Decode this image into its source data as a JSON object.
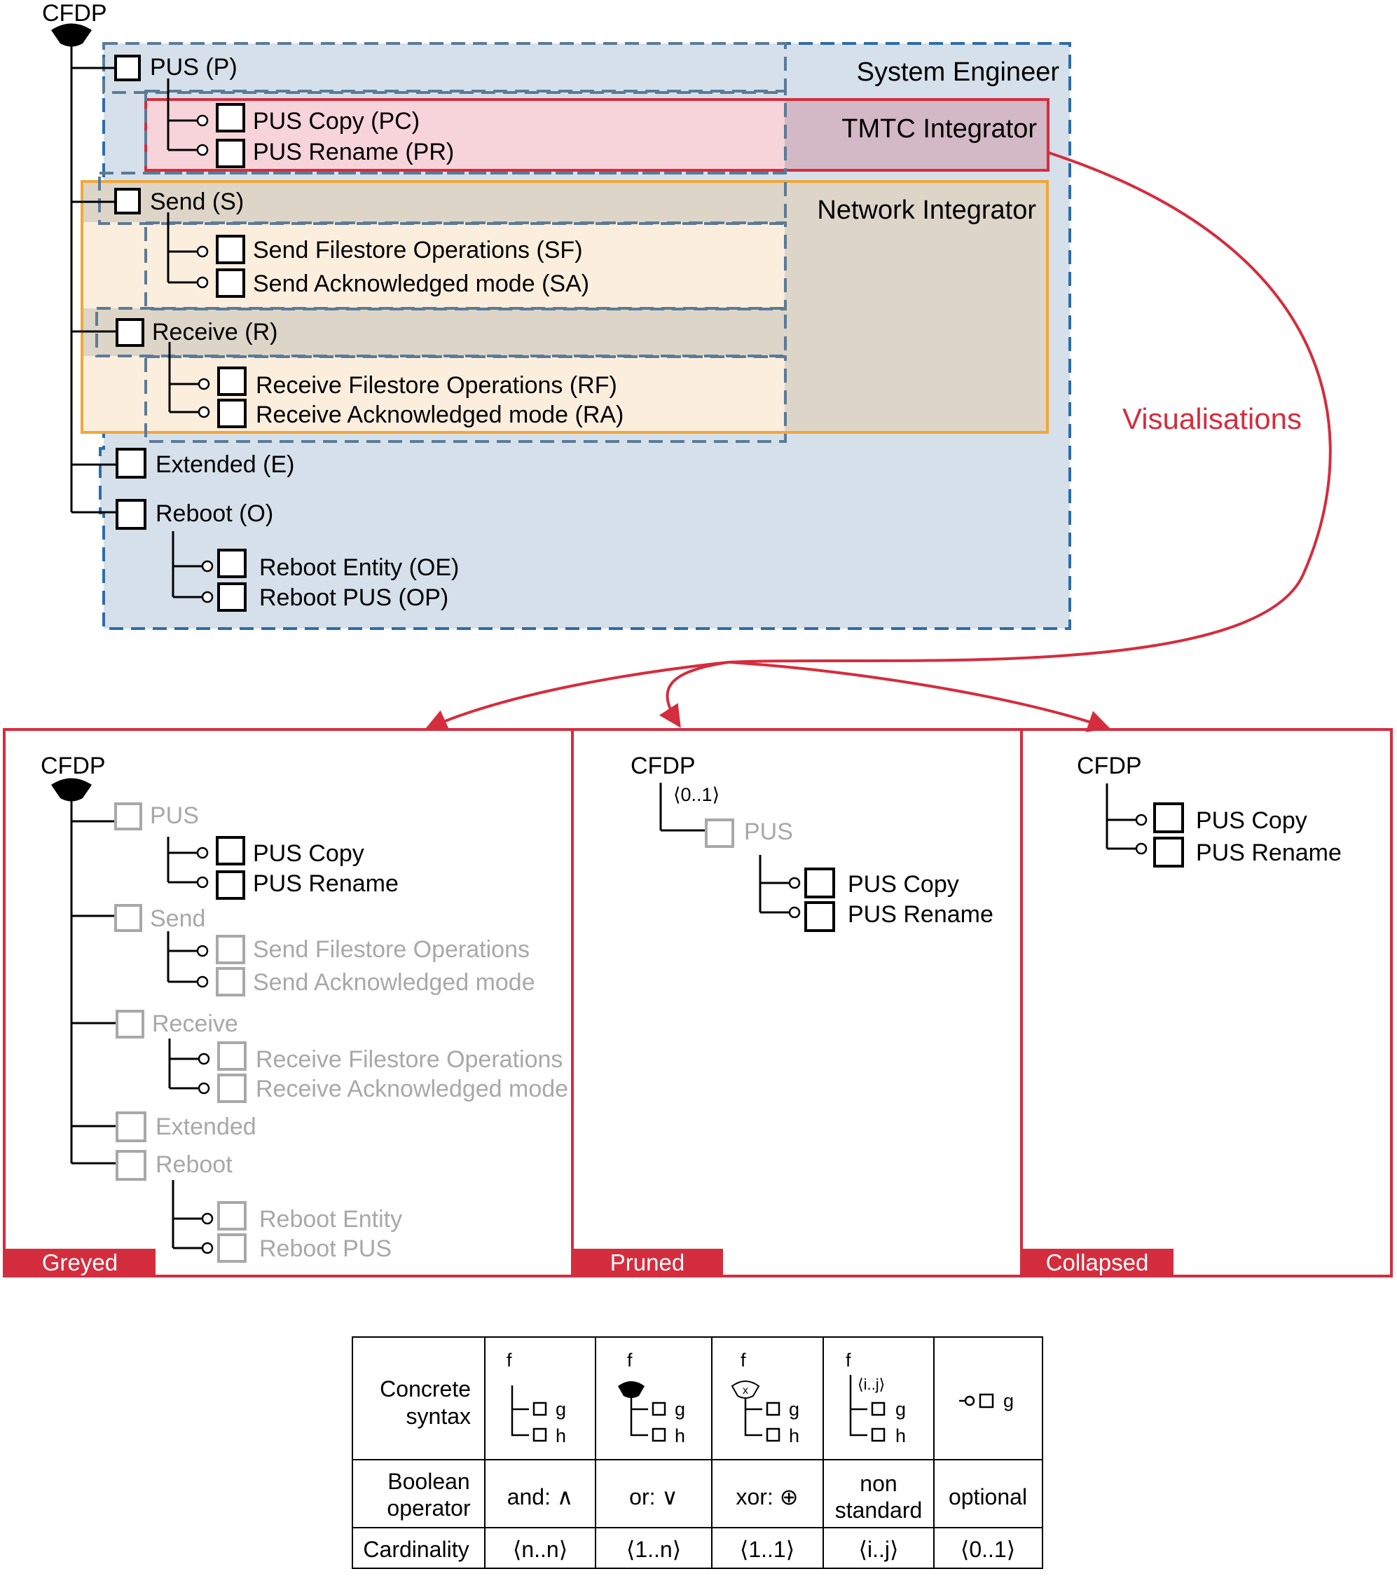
{
  "main_model": {
    "root": "CFDP",
    "features": {
      "pus": "PUS (P)",
      "pus_copy": "PUS Copy (PC)",
      "pus_rename": "PUS Rename (PR)",
      "send": "Send (S)",
      "send_filestore": "Send Filestore Operations (SF)",
      "send_ack": "Send Acknowledged mode (SA)",
      "receive": "Receive (R)",
      "receive_filestore": "Receive Filestore Operations (RF)",
      "receive_ack": "Receive Acknowledged mode (RA)",
      "extended": "Extended (E)",
      "reboot": "Reboot (O)",
      "reboot_entity": "Reboot Entity (OE)",
      "reboot_pus": "Reboot PUS (OP)"
    }
  },
  "roles": {
    "system_engineer": "System Engineer",
    "tmtc_integrator": "TMTC Integrator",
    "network_integrator": "Network Integrator"
  },
  "visualisations_label": "Visualisations",
  "views": {
    "greyed": {
      "tab": "Greyed",
      "root": "CFDP",
      "features": {
        "pus": "PUS",
        "pus_copy": "PUS Copy",
        "pus_rename": "PUS Rename",
        "send": "Send",
        "send_filestore": "Send Filestore Operations",
        "send_ack": "Send Acknowledged mode",
        "receive": "Receive",
        "receive_filestore": "Receive Filestore Operations",
        "receive_ack": "Receive Acknowledged mode",
        "extended": "Extended",
        "reboot": "Reboot",
        "reboot_entity": "Reboot Entity",
        "reboot_pus": "Reboot PUS"
      }
    },
    "pruned": {
      "tab": "Pruned",
      "root": "CFDP",
      "cardinality": "⟨0..1⟩",
      "features": {
        "pus": "PUS",
        "pus_copy": "PUS Copy",
        "pus_rename": "PUS Rename"
      }
    },
    "collapsed": {
      "tab": "Collapsed",
      "root": "CFDP",
      "features": {
        "pus_copy": "PUS Copy",
        "pus_rename": "PUS Rename"
      }
    }
  },
  "legend": {
    "row_headers": {
      "concrete_1": "Concrete",
      "concrete_2": "syntax",
      "boolean_1": "Boolean",
      "boolean_2": "operator",
      "cardinality": "Cardinality"
    },
    "syntax": {
      "f": "f",
      "g": "g",
      "h": "h",
      "ij": "⟨i..j⟩",
      "xor_mark": "x"
    },
    "operators": {
      "and": "and: ∧",
      "or": "or: ∨",
      "xor": "xor: ⊕",
      "nonstd_1": "non",
      "nonstd_2": "standard",
      "optional": "optional"
    },
    "cardinalities": {
      "and": "⟨n..n⟩",
      "or": "⟨1..n⟩",
      "xor": "⟨1..1⟩",
      "nonstd": "⟨i..j⟩",
      "optional": "⟨0..1⟩"
    }
  },
  "colors": {
    "system_engineer_fill": "#d5e0ea",
    "system_engineer_border": "#2d6cab",
    "tmtc_fill": "#f6d4da",
    "tmtc_border": "#d42d3e",
    "tmtc_overlap_fill": "#d3b8c6",
    "network_fill": "#fceedd",
    "network_border": "#f0a73a",
    "network_overlap_fill": "#ddd5c8",
    "accent_red": "#d42d3e",
    "grey_text": "#a8a8a8"
  }
}
